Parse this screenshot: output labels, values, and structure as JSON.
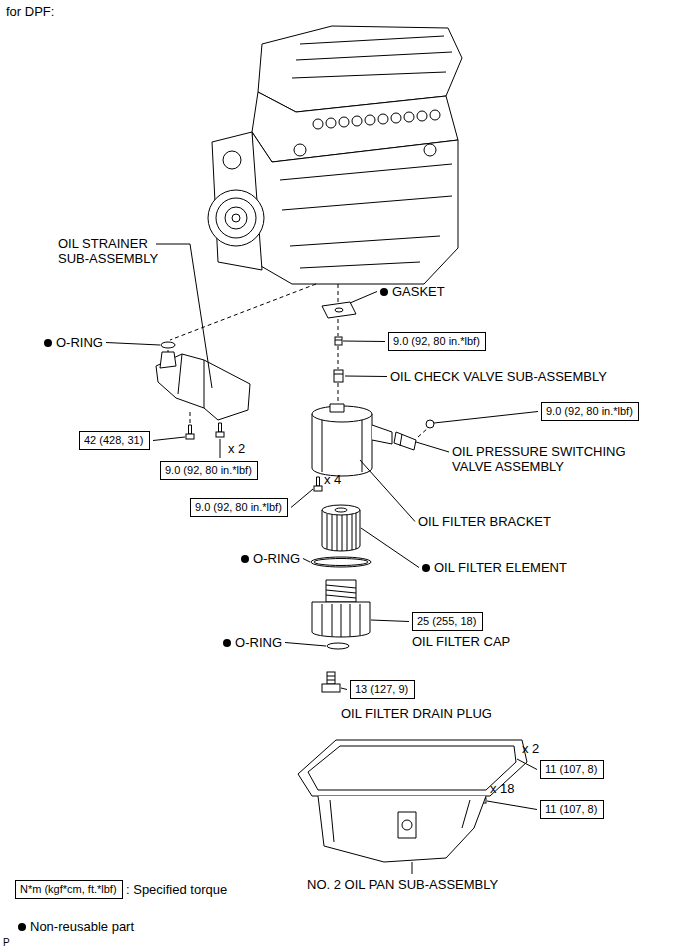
{
  "diagram": {
    "title": "for DPF:",
    "nodes": [
      {
        "text": [
          "9.0 (92, 80 in.*lbf)"
        ]
      },
      {
        "text": [
          "9.0 (92, 80 in.*lbf)"
        ]
      },
      {
        "text": [
          "42 (428, 31)"
        ]
      },
      {
        "text": [
          "9.0 (92, 80 in.*lbf)"
        ]
      },
      {
        "text": [
          "9.0 (92, 80 in.*lbf)"
        ]
      },
      {
        "text": [
          "25 (255, 18)"
        ]
      },
      {
        "text": [
          "13 (127, 9)"
        ]
      },
      {
        "text": [
          "11 (107, 8)"
        ]
      },
      {
        "text": [
          "11 (107, 8)"
        ]
      },
      {
        "text": [
          "N*m (kgf*cm, ft.*lbf)"
        ]
      }
    ],
    "labels": [
      "OIL STRAINER SUB-ASSEMBLY",
      "GASKET",
      "O-RING",
      "OIL CHECK VALVE SUB-ASSEMBLY",
      "x 2",
      "OIL PRESSURE SWITCHING VALVE ASSEMBLY",
      "x 4",
      "OIL FILTER BRACKET",
      "O-RING",
      "OIL FILTER ELEMENT",
      "OIL FILTER CAP",
      "O-RING",
      "OIL FILTER DRAIN PLUG",
      "x 2",
      "x 18",
      "NO. 2 OIL PAN SUB-ASSEMBLY",
      "P"
    ],
    "legend": [
      {
        "text": ": Specified torque"
      },
      {
        "text": "Non-reusable part"
      }
    ]
  }
}
